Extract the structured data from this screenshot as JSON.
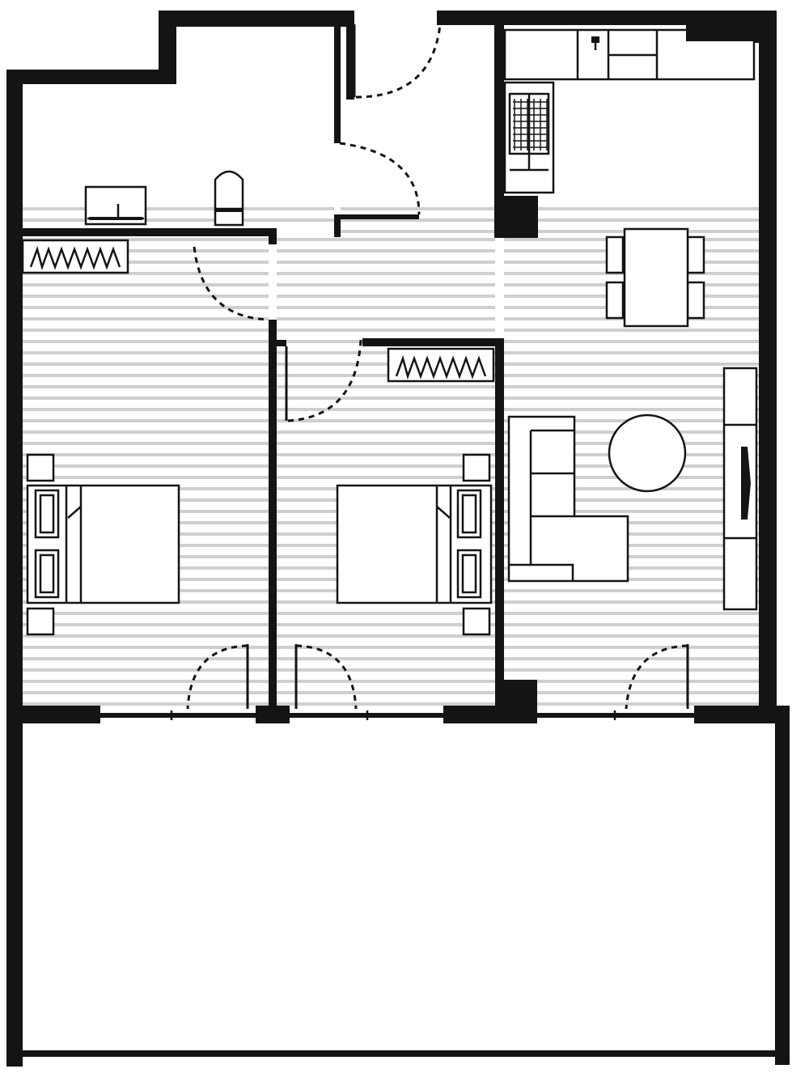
{
  "plan": {
    "colors": {
      "wall": "#141414",
      "floor_stripe": "#cfcfcf",
      "background": "#ffffff"
    },
    "rooms": [
      "bathroom",
      "kitchen",
      "living-dining",
      "bedroom-1",
      "bedroom-2",
      "hallway",
      "balcony"
    ],
    "furniture": [
      "double-bed",
      "double-bed",
      "wardrobe",
      "wardrobe",
      "sofa",
      "round-coffee-table",
      "dining-table",
      "dining-chairs",
      "tv-unit",
      "kitchen-counter",
      "stove",
      "sink",
      "vanity",
      "toilet"
    ]
  }
}
